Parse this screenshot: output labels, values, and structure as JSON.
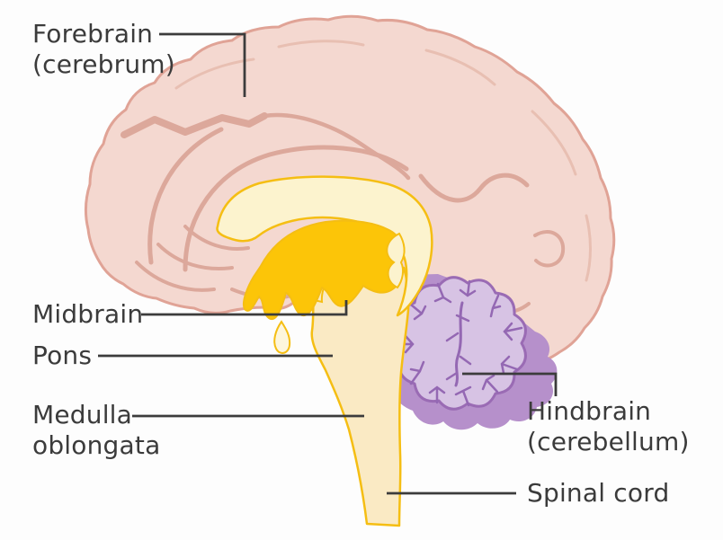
{
  "diagram": {
    "type": "labeled-anatomy-diagram",
    "regions": [
      {
        "id": "forebrain",
        "label_line1": "Forebrain",
        "label_line2": "(cerebrum)",
        "fill": "#F4D8D0",
        "outline": "#E0A396"
      },
      {
        "id": "midbrain",
        "label_line1": "Midbrain",
        "fill": "#FCC508",
        "outline": "#F5BE13"
      },
      {
        "id": "pons",
        "label_line1": "Pons",
        "fill": "#FAEAC4",
        "outline": "#F5BE13"
      },
      {
        "id": "medulla-oblongata",
        "label_line1": "Medulla",
        "label_line2": "oblongata",
        "fill": "#FAEAC4",
        "outline": "#F5BE13"
      },
      {
        "id": "hindbrain",
        "label_line1": "Hindbrain",
        "label_line2": "(cerebellum)",
        "fill": "#D7C3E4",
        "outline": "#9A6BB4"
      },
      {
        "id": "spinal-cord",
        "label_line1": "Spinal cord",
        "fill": "#FAEAC4",
        "outline": "#F5BE13"
      }
    ],
    "colors": {
      "background": "#FDFDFD",
      "cerebrum_fill": "#F4D8D0",
      "cerebrum_outline": "#E0A396",
      "sulci": "#DCA89B",
      "sulci_faint": "#E8BFB2",
      "corpus_callosum_fill": "#FCF3CE",
      "brainstem_fill": "#FAEAC4",
      "midbrain_yellow": "#FCC508",
      "yellow_outline": "#F5BE13",
      "cerebellum_fill": "#D7C3E4",
      "cerebellum_outline": "#9A6BB4",
      "cerebellum_branches": "#9468B3",
      "cerebellum_back": "#B690CB",
      "label_text": "#3B3B3B",
      "leader_line": "#3C3C3C"
    }
  }
}
